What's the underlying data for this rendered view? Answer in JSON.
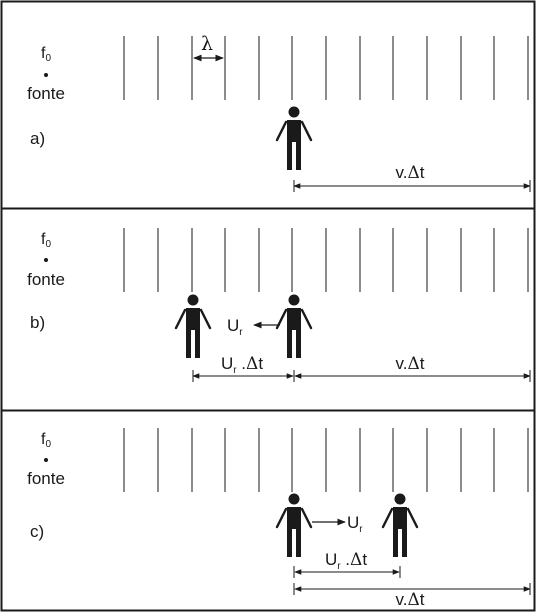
{
  "panels": [
    {
      "id": "a",
      "label": "a)",
      "source": {
        "freq_main": "f",
        "freq_sub": "0",
        "name": "fonte"
      },
      "wavelength_symbol": "λ",
      "observers": [
        "person-center"
      ],
      "distances": [
        {
          "main": "v.",
          "delta": "Δ",
          "tail": "t"
        }
      ]
    },
    {
      "id": "b",
      "label": "b)",
      "source": {
        "freq_main": "f",
        "freq_sub": "0",
        "name": "fonte"
      },
      "observers": [
        "person-left",
        "person-center"
      ],
      "velocity": {
        "main": "U",
        "sub": "r",
        "direction": "left"
      },
      "distances": [
        {
          "main": "U",
          "sub": "r",
          "mid": " .",
          "delta": "Δ",
          "tail": "t"
        },
        {
          "main": "v.",
          "delta": "Δ",
          "tail": "t"
        }
      ]
    },
    {
      "id": "c",
      "label": "c)",
      "source": {
        "freq_main": "f",
        "freq_sub": "0",
        "name": "fonte"
      },
      "observers": [
        "person-center",
        "person-right"
      ],
      "velocity": {
        "main": "U",
        "sub": "r",
        "direction": "right"
      },
      "distances": [
        {
          "main": "U",
          "sub": "r",
          "mid": " .",
          "delta": "Δ",
          "tail": "t"
        },
        {
          "main": "v.",
          "delta": "Δ",
          "tail": "t"
        }
      ]
    }
  ]
}
